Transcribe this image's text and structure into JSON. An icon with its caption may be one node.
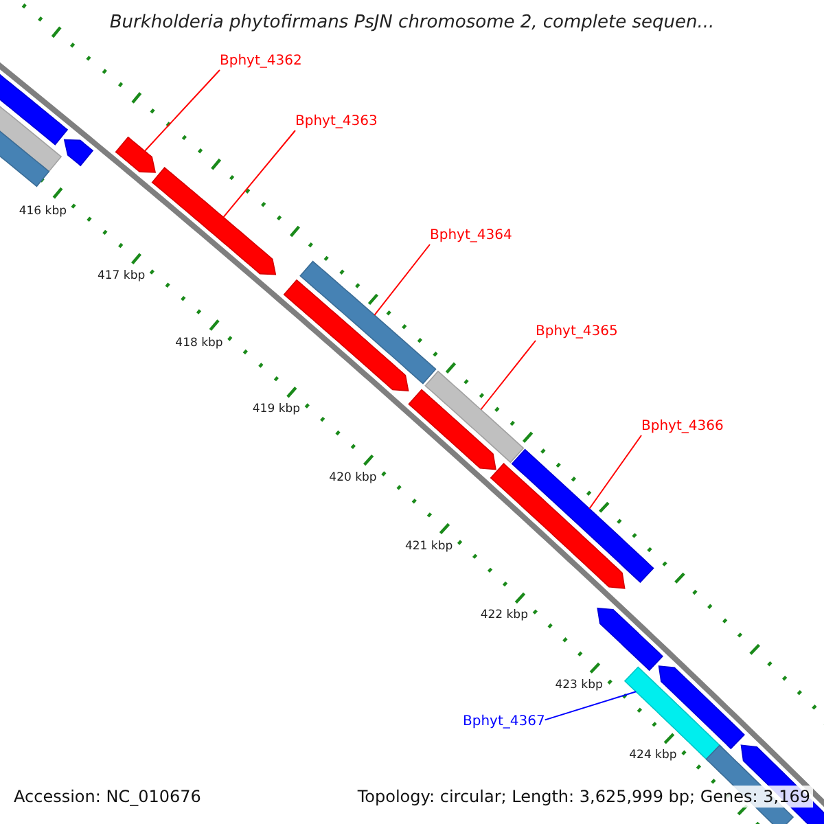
{
  "diagram": {
    "title": "Burkholderia phytofirmans PsJN chromosome 2, complete sequen...",
    "nodes": [
      {
        "text": [
          "Bphyt_4362"
        ]
      },
      {
        "text": [],
        "shape": "arrow"
      },
      {
        "text": [
          "Bphyt_4363"
        ]
      },
      {
        "text": [],
        "shape": "arrow"
      },
      {
        "text": [
          "Bphyt_4364"
        ]
      },
      {
        "text": [],
        "shape": "bar"
      },
      {
        "text": [
          "Bphyt_4365"
        ]
      },
      {
        "text": [],
        "shape": "bar"
      },
      {
        "text": [
          "Bphyt_4366"
        ]
      },
      {
        "text": [],
        "shape": "bar"
      },
      {
        "text": [
          "Bphyt_4367"
        ]
      },
      {
        "text": [],
        "shape": "bar"
      },
      {
        "text": [],
        "shape": "bar"
      },
      {
        "text": [],
        "shape": "bar"
      },
      {
        "text": [],
        "shape": "bar"
      },
      {
        "text": [],
        "shape": "arrow"
      },
      {
        "text": [],
        "shape": "arrow"
      },
      {
        "text": [],
        "shape": "arrow"
      },
      {
        "text": [],
        "shape": "arrow"
      },
      {
        "text": [],
        "shape": "arrow"
      },
      {
        "text": [],
        "shape": "arrow"
      },
      {
        "text": [],
        "shape": "bar"
      },
      {
        "text": [],
        "shape": "arrow"
      }
    ],
    "edges": [
      {
        "from": 0,
        "to": 1,
        "arrow": "none"
      },
      {
        "from": 2,
        "to": 3,
        "arrow": "none"
      },
      {
        "from": 4,
        "to": 5,
        "arrow": "none"
      },
      {
        "from": 6,
        "to": 7,
        "arrow": "none"
      },
      {
        "from": 8,
        "to": 9,
        "arrow": "none"
      },
      {
        "from": 10,
        "to": 11,
        "arrow": "none",
        "color": "#0000ff"
      }
    ],
    "labels": [
      "416 kbp",
      "417 kbp",
      "418 kbp",
      "419 kbp",
      "420 kbp",
      "421 kbp",
      "422 kbp",
      "423 kbp",
      "424 kbp",
      "Accession: NC_010676",
      "Topology: circular; Length: 3,625,999 bp; Genes: 3,169"
    ]
  }
}
